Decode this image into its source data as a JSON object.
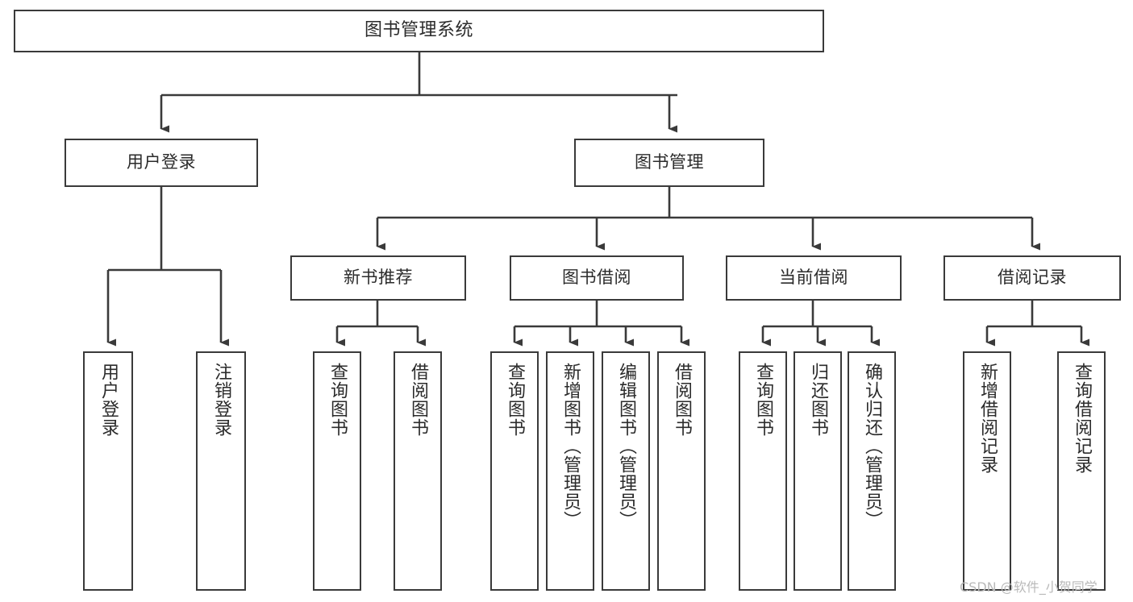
{
  "diagram": {
    "type": "tree",
    "title": "图书管理系统",
    "orientation": "top-down",
    "style": {
      "box_border_color": "#3a3a3a",
      "box_fill_color": "#ffffff",
      "edge_color": "#3a3a3a",
      "text_color": "#2b2b2b",
      "background": "#ffffff"
    },
    "watermark": "CSDN @软件_小贺同学",
    "nodes": {
      "root": {
        "label": "图书管理系统",
        "level": 0
      },
      "l1": [
        {
          "id": "user_login",
          "label": "用户登录"
        },
        {
          "id": "book_manage",
          "label": "图书管理"
        }
      ],
      "l2": [
        {
          "id": "new_book_rec",
          "label": "新书推荐",
          "parent": "book_manage"
        },
        {
          "id": "book_borrow",
          "label": "图书借阅",
          "parent": "book_manage"
        },
        {
          "id": "current_borrow",
          "label": "当前借阅",
          "parent": "book_manage"
        },
        {
          "id": "borrow_record",
          "label": "借阅记录",
          "parent": "book_manage"
        }
      ],
      "leaves": {
        "user_login": [
          {
            "id": "leaf_user_login",
            "label": "用户登录"
          },
          {
            "id": "leaf_user_logout",
            "label": "注销登录"
          }
        ],
        "new_book_rec": [
          {
            "id": "leaf_query_book_1",
            "label": "查询图书"
          },
          {
            "id": "leaf_borrow_book_1",
            "label": "借阅图书"
          }
        ],
        "book_borrow": [
          {
            "id": "leaf_query_book_2",
            "label": "查询图书"
          },
          {
            "id": "leaf_add_book",
            "label": "新增图书（管理员）"
          },
          {
            "id": "leaf_edit_book",
            "label": "编辑图书（管理员）"
          },
          {
            "id": "leaf_borrow_book_2",
            "label": "借阅图书"
          }
        ],
        "current_borrow": [
          {
            "id": "leaf_query_book_3",
            "label": "查询图书"
          },
          {
            "id": "leaf_return_book",
            "label": "归还图书"
          },
          {
            "id": "leaf_confirm_return",
            "label": "确认归还（管理员）"
          }
        ],
        "borrow_record": [
          {
            "id": "leaf_add_record",
            "label": "新增借阅记录"
          },
          {
            "id": "leaf_query_record",
            "label": "查询借阅记录"
          }
        ]
      }
    }
  }
}
